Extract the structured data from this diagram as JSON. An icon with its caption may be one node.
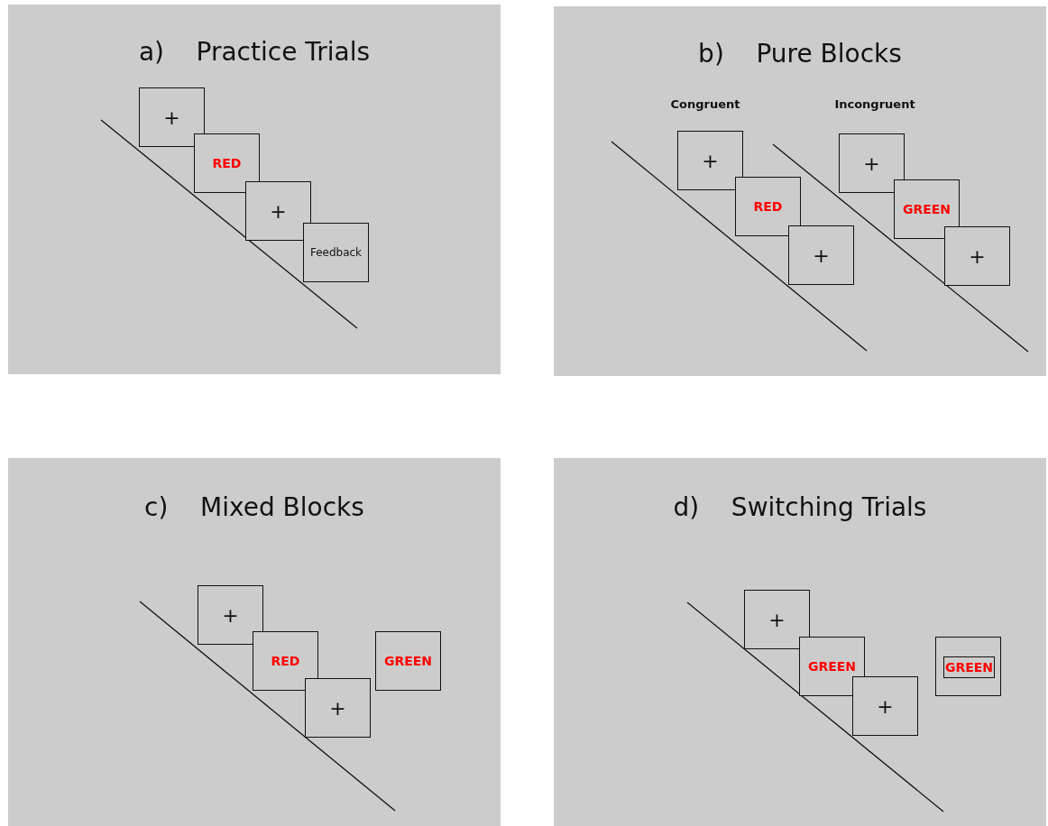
{
  "diagram": {
    "nodes": [
      {
        "text": [
          "a)    Practice Trials"
        ]
      },
      {
        "text": [
          "+"
        ],
        "in": 0
      },
      {
        "text": [
          "RED"
        ],
        "in": 0
      },
      {
        "text": [
          "+"
        ],
        "in": 0
      },
      {
        "text": [
          "Feedback"
        ],
        "in": 0
      },
      {
        "text": [
          "b)    Pure Blocks"
        ]
      },
      {
        "text": [
          "+"
        ],
        "in": 5
      },
      {
        "text": [
          "RED"
        ],
        "in": 5
      },
      {
        "text": [
          "+"
        ],
        "in": 5
      },
      {
        "text": [
          "+"
        ],
        "in": 5
      },
      {
        "text": [
          "GREEN"
        ],
        "in": 5
      },
      {
        "text": [
          "+"
        ],
        "in": 5
      },
      {
        "text": [
          "c)    Mixed Blocks"
        ]
      },
      {
        "text": [
          "+"
        ],
        "in": 12
      },
      {
        "text": [
          "RED"
        ],
        "in": 12
      },
      {
        "text": [
          "+"
        ],
        "in": 12
      },
      {
        "text": [
          "GREEN"
        ],
        "in": 12
      },
      {
        "text": [
          "d)    Switching Trials"
        ]
      },
      {
        "text": [
          "+"
        ],
        "in": 17
      },
      {
        "text": [
          "GREEN"
        ],
        "in": 17
      },
      {
        "text": [
          "+"
        ],
        "in": 17
      },
      {
        "text": [],
        "shape": "box",
        "in": 17
      },
      {
        "text": [
          "GREEN"
        ],
        "in": 21
      }
    ],
    "labels": [
      "Congruent",
      "Incongruent"
    ]
  }
}
